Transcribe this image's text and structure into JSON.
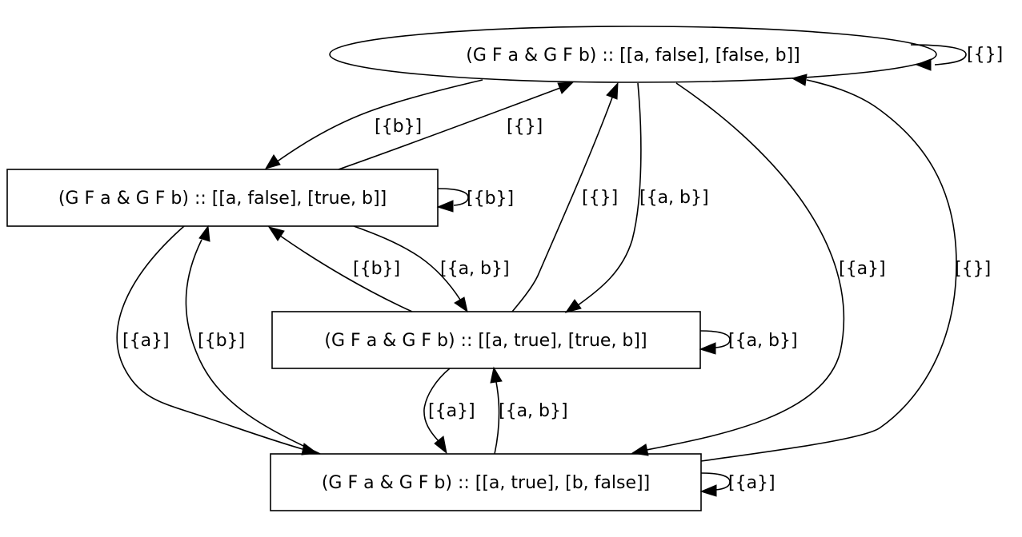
{
  "nodes": {
    "s0": "(G F a & G F b) :: [[a, false], [false, b]]",
    "s1": "(G F a & G F b) :: [[a, false], [true, b]]",
    "s2": "(G F a & G F b) :: [[a, true], [true, b]]",
    "s3": "(G F a & G F b) :: [[a, true], [b, false]]"
  },
  "edges": {
    "s0_s0": "[{}]",
    "s0_s1": "[{b}]",
    "s1_s0": "[{}]",
    "s1_s1": "[{b}]",
    "s2_s0": "[{}]",
    "s0_s2": "[{a, b}]",
    "s0_s3": "[{a}]",
    "s3_s0": "[{}]",
    "s2_s1": "[{b}]",
    "s1_s2": "[{a, b}]",
    "s2_s2": "[{a, b}]",
    "s1_s3": "[{a}]",
    "s3_s1": "[{b}]",
    "s2_s3": "[{a}]",
    "s3_s2": "[{a, b}]",
    "s3_s3": "[{a}]"
  }
}
